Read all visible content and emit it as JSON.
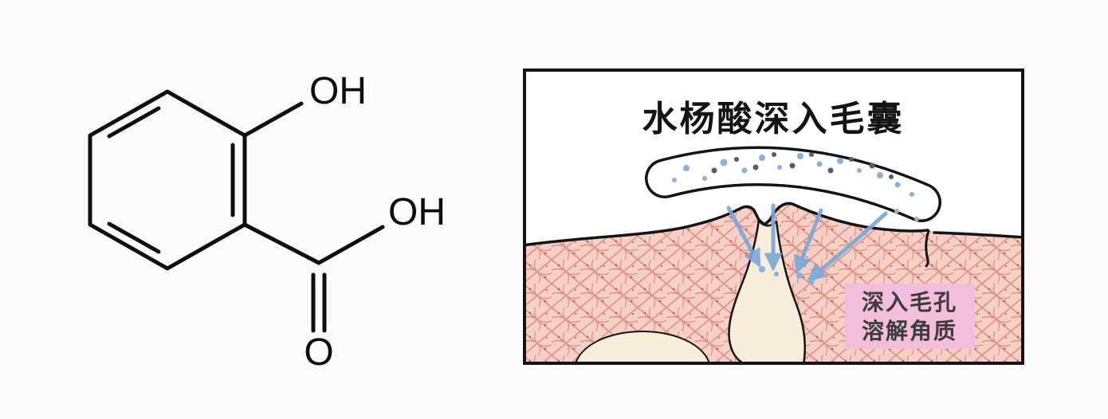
{
  "page": {
    "background": "#fbfbfb",
    "description_left": "salicylic acid chemical structure",
    "description_right": "skin pore penetration illustration"
  },
  "molecule": {
    "name": "salicylic-acid",
    "labels": {
      "hydroxyl": "OH",
      "carboxyl_hydroxyl": "OH",
      "carbonyl_oxygen": "O"
    },
    "stroke_color": "#0f0f0f"
  },
  "illustration": {
    "title": "水杨酸深入毛囊",
    "caption": {
      "line1": "深入毛孔",
      "line2": "溶解角质",
      "background": "#f2bedb",
      "text_color": "#3c3c3c"
    },
    "colors": {
      "border": "#141414",
      "skin_base": "#f6cfc7",
      "skin_hatch": "#dd9083",
      "skin_speck": "#c4685c",
      "follicle": "#f8eddb",
      "arrow": "#7aa8d8",
      "particle_blue": "#85b3dd",
      "particle_dark": "#5c5c62"
    }
  }
}
